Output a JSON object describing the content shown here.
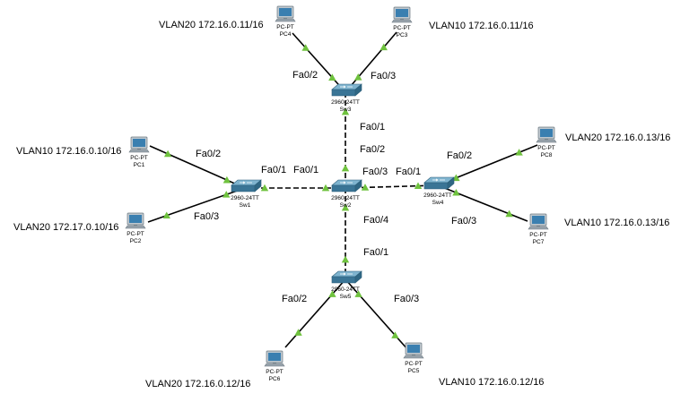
{
  "switches": [
    {
      "id": "sw1",
      "model": "2960-24TT",
      "name": "Sw1"
    },
    {
      "id": "sw2",
      "model": "2960-24TT",
      "name": "Sw2"
    },
    {
      "id": "sw3",
      "model": "2960-24TT",
      "name": "Sw3"
    },
    {
      "id": "sw4",
      "model": "2960-24TT",
      "name": "Sw4"
    },
    {
      "id": "sw5",
      "model": "2960-24TT",
      "name": "Sw5"
    }
  ],
  "pcs": [
    {
      "id": "pc1",
      "model": "PC-PT",
      "name": "PC1",
      "info": "VLAN10 172.16.0.10/16"
    },
    {
      "id": "pc2",
      "model": "PC-PT",
      "name": "PC2",
      "info": "VLAN20 172.17.0.10/16"
    },
    {
      "id": "pc3",
      "model": "PC-PT",
      "name": "PC3",
      "info": "VLAN10 172.16.0.11/16"
    },
    {
      "id": "pc4",
      "model": "PC-PT",
      "name": "PC4",
      "info": "VLAN20 172.16.0.11/16"
    },
    {
      "id": "pc5",
      "model": "PC-PT",
      "name": "PC5",
      "info": "VLAN10 172.16.0.12/16"
    },
    {
      "id": "pc6",
      "model": "PC-PT",
      "name": "PC6",
      "info": "VLAN20 172.16.0.12/16"
    },
    {
      "id": "pc7",
      "model": "PC-PT",
      "name": "PC7",
      "info": "VLAN10 172.16.0.13/16"
    },
    {
      "id": "pc8",
      "model": "PC-PT",
      "name": "PC8",
      "info": "VLAN20 172.16.0.13/16"
    }
  ],
  "links": [
    {
      "a": "pc4",
      "b": "sw3",
      "type": "copper",
      "port_a": "",
      "port_b": "Fa0/2"
    },
    {
      "a": "pc3",
      "b": "sw3",
      "type": "copper",
      "port_a": "",
      "port_b": "Fa0/3"
    },
    {
      "a": "sw3",
      "b": "sw2",
      "type": "crossover",
      "port_a": "Fa0/1",
      "port_b": "Fa0/2"
    },
    {
      "a": "pc1",
      "b": "sw1",
      "type": "copper",
      "port_a": "",
      "port_b": "Fa0/2"
    },
    {
      "a": "pc2",
      "b": "sw1",
      "type": "copper",
      "port_a": "",
      "port_b": "Fa0/3"
    },
    {
      "a": "sw1",
      "b": "sw2",
      "type": "crossover",
      "port_a": "Fa0/1",
      "port_b": "Fa0/1"
    },
    {
      "a": "sw2",
      "b": "sw4",
      "type": "crossover",
      "port_a": "Fa0/3",
      "port_b": "Fa0/1"
    },
    {
      "a": "pc8",
      "b": "sw4",
      "type": "copper",
      "port_a": "",
      "port_b": "Fa0/2"
    },
    {
      "a": "pc7",
      "b": "sw4",
      "type": "copper",
      "port_a": "",
      "port_b": "Fa0/3"
    },
    {
      "a": "sw2",
      "b": "sw5",
      "type": "crossover",
      "port_a": "Fa0/4",
      "port_b": "Fa0/1"
    },
    {
      "a": "pc6",
      "b": "sw5",
      "type": "copper",
      "port_a": "",
      "port_b": "Fa0/2"
    },
    {
      "a": "pc5",
      "b": "sw5",
      "type": "copper",
      "port_a": "",
      "port_b": "Fa0/3"
    }
  ],
  "colors": {
    "link": "#000000",
    "status_up": "#6fc23e",
    "switch_top": "#7fb4cf",
    "switch_side": "#3a7596",
    "pc_body": "#bfc8cf",
    "pc_screen": "#3a7fb0"
  },
  "icons": {
    "switch": "switch-icon",
    "pc": "pc-icon",
    "status": "link-up-triangle-icon"
  }
}
